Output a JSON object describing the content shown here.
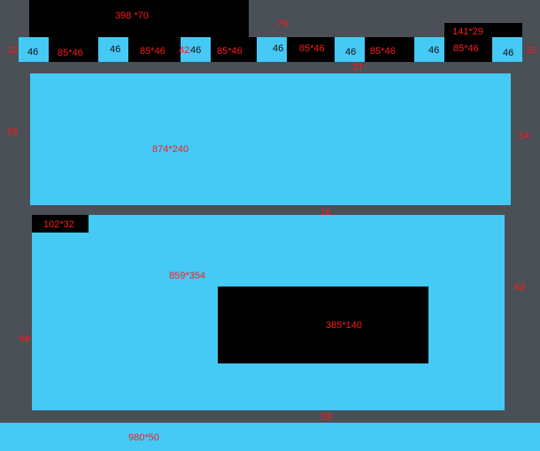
{
  "labels": {
    "top_banner": "398 *70",
    "top_gap": "76",
    "right_badge": "141*29",
    "nav_left_margin": "32",
    "nav_right_margin": "32",
    "nav_gap": "42",
    "nav_bottom_gap": "21",
    "square": "46",
    "nav_item": "85*46",
    "panel1": "874*240",
    "panel1_left": "55",
    "panel1_right": "54",
    "panel_gap": "16",
    "panel2_tag": "102*32",
    "panel2": "859*354",
    "panel2_inner": "385*140",
    "panel2_left": "58",
    "panel2_right": "62",
    "footer_gap": "23",
    "footer": "980*50"
  },
  "colors": {
    "background": "#4a5055",
    "block_fill": "#45c9f5",
    "dark_fill": "#000000",
    "annotation_text": "#ff1a1a"
  }
}
